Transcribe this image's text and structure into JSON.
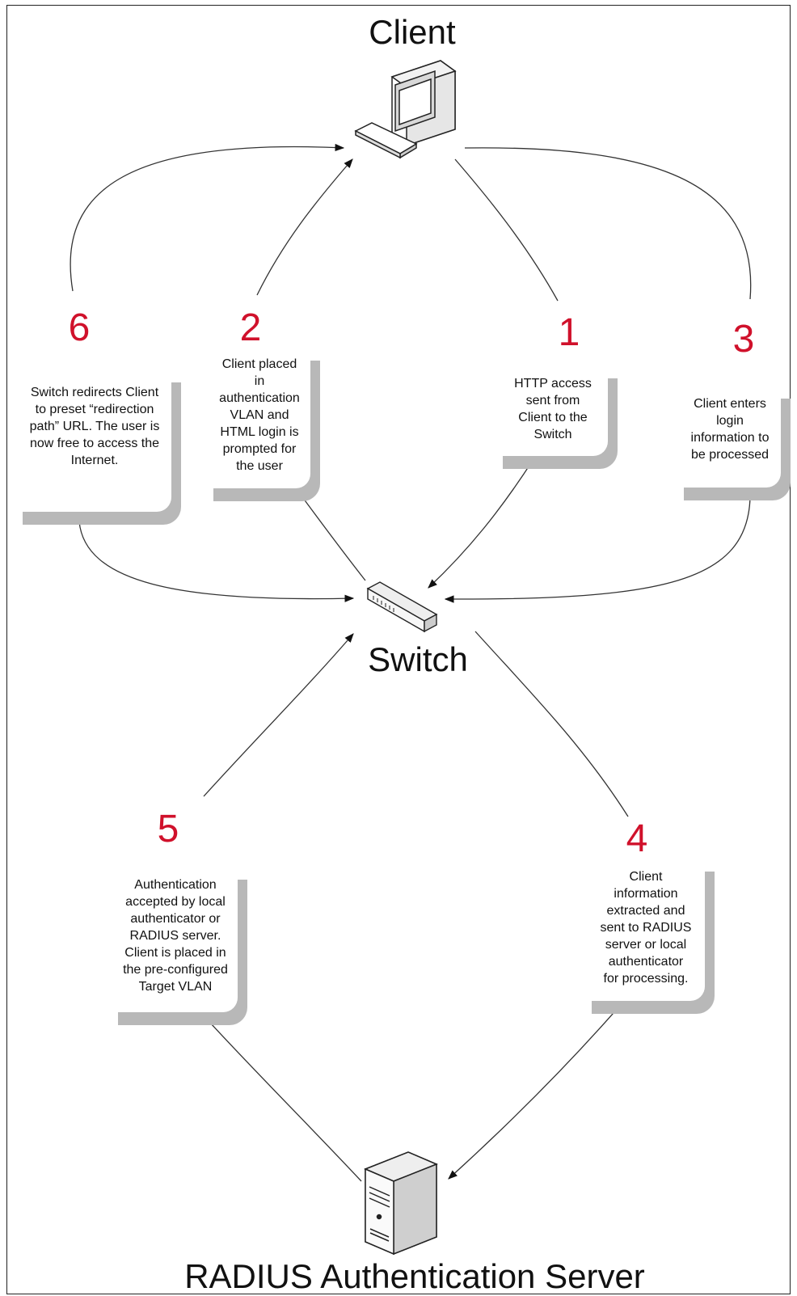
{
  "nodes": {
    "client": "Client",
    "switch": "Switch",
    "radius": "RADIUS Authentication Server"
  },
  "steps": [
    {
      "num": "1",
      "text": "HTTP access\nsent from\nClient to the\nSwitch"
    },
    {
      "num": "2",
      "text": "Client placed\nin\nauthentication\nVLAN and\nHTML login is\nprompted for\nthe user"
    },
    {
      "num": "3",
      "text": "Client enters\nlogin\ninformation to\nbe processed"
    },
    {
      "num": "4",
      "text": "Client\ninformation\nextracted and\nsent to RADIUS\nserver or local\nauthenticator\nfor processing."
    },
    {
      "num": "5",
      "text": "Authentication\naccepted by local\nauthenticator or\nRADIUS server.\nClient is placed in\nthe pre-configured\nTarget VLAN"
    },
    {
      "num": "6",
      "text": "Switch redirects Client\nto preset “redirection\npath” URL. The user is\nnow free to access the\nInternet."
    }
  ],
  "colors": {
    "step_number": "#d0112b",
    "callout_shadow": "#b8b8b8",
    "line": "#333333"
  },
  "icons": [
    "computer-icon",
    "network-switch-icon",
    "server-tower-icon"
  ]
}
